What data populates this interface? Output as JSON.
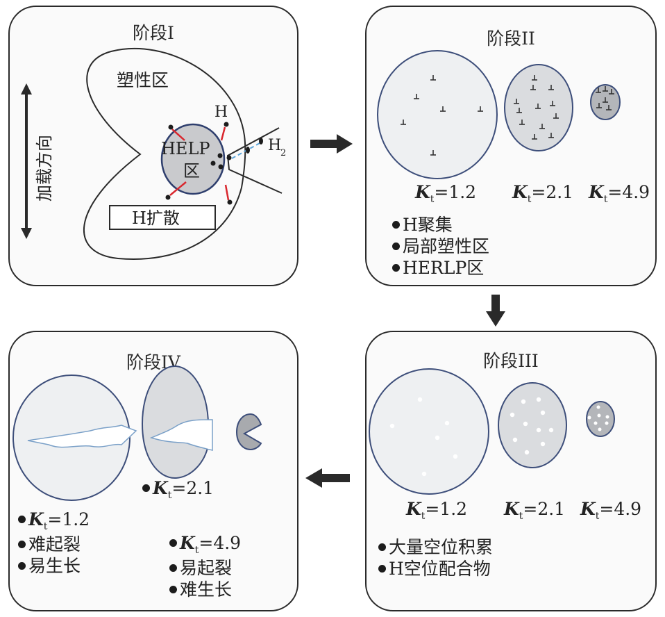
{
  "colors": {
    "panel_border": "#2a2a2a",
    "circle_stroke": "#3d4e7a",
    "circle_light": "#eef0f2",
    "circle_mid": "#dadcdf",
    "circle_dark": "#b4b6ba",
    "help_zone_fill": "#c9cacd",
    "hydrogen_arrow": "#d9272e",
    "h2_flow": "#5aa3d8",
    "flow_arrow": "#2a2a2a"
  },
  "stage1": {
    "title": "阶段I",
    "plastic_zone_label": "塑性区",
    "loading_direction_label": "加载方向",
    "help_zone_label_line1": "HELP",
    "help_zone_label_line2": "区",
    "hydrogen_label": "H",
    "h2_label": "H",
    "h2_subscript": "2",
    "diffusion_box_label": "H扩散"
  },
  "stage2": {
    "title": "阶段II",
    "circles": [
      {
        "kt_symbol": "K",
        "kt_sub": "t",
        "kt_value": "=1.2",
        "dislocation_count": 6
      },
      {
        "kt_symbol": "K",
        "kt_sub": "t",
        "kt_value": "=2.1",
        "dislocation_count": 12
      },
      {
        "kt_symbol": "K",
        "kt_sub": "t",
        "kt_value": "=4.9",
        "dislocation_count": 6
      }
    ],
    "bullets": [
      "H聚集",
      "局部塑性区",
      "HERLP区"
    ]
  },
  "stage3": {
    "title": "阶段III",
    "circles": [
      {
        "kt_symbol": "K",
        "kt_sub": "t",
        "kt_value": "=1.2",
        "vacancy_count": 6
      },
      {
        "kt_symbol": "K",
        "kt_sub": "t",
        "kt_value": "=2.1",
        "vacancy_count": 10
      },
      {
        "kt_symbol": "K",
        "kt_sub": "t",
        "kt_value": "=4.9",
        "vacancy_count": 7
      }
    ],
    "bullets": [
      "大量空位积累",
      "H空位配合物"
    ]
  },
  "stage4": {
    "title": "阶段IV",
    "group_kt12": {
      "kt_symbol": "K",
      "kt_sub": "t",
      "kt_value": "=1.2",
      "items": [
        "难起裂",
        "易生长"
      ]
    },
    "group_kt21": {
      "kt_symbol": "K",
      "kt_sub": "t",
      "kt_value": "=2.1"
    },
    "group_kt49": {
      "kt_symbol": "K",
      "kt_sub": "t",
      "kt_value": "=4.9",
      "items": [
        "易起裂",
        "难生长"
      ]
    }
  }
}
